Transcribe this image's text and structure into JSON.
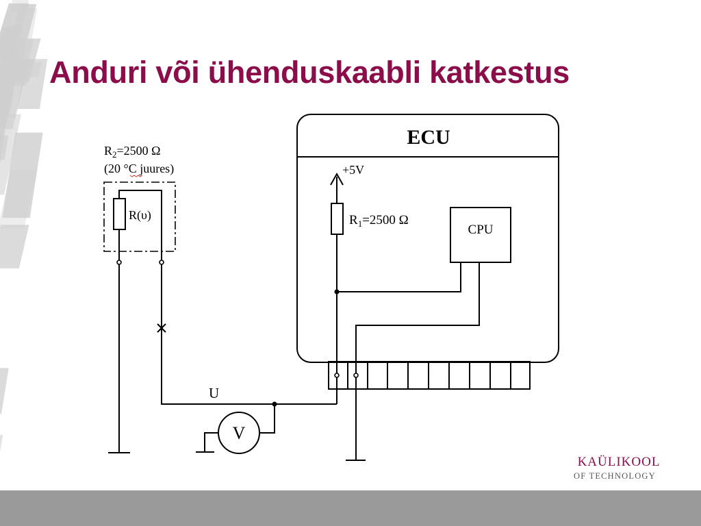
{
  "slide": {
    "title": "Anduri või ühenduskaabli katkestus"
  },
  "diagram": {
    "ecu_label": "ECU",
    "cpu_label": "CPU",
    "supply_label": "+5V",
    "r1_label": "R",
    "r1_sub": "1",
    "r1_value": "=2500 Ω",
    "r2_label": "R",
    "r2_sub": "2",
    "r2_value": "=2500 Ω",
    "r2_condition": "(20 °C juures)",
    "sensor_label": "R(υ)",
    "voltage_label": "U",
    "voltmeter_label": "V",
    "break_mark": "×"
  },
  "logo": {
    "main": "KAÜLIKOOL",
    "sub": "OF TECHNOLOGY"
  },
  "colors": {
    "title": "#8b0e4a",
    "logo_main": "#8b0e4a",
    "logo_sub": "#555555",
    "footer": "#9a9a9a",
    "texture": "#cfcfcf",
    "line": "#000000"
  }
}
